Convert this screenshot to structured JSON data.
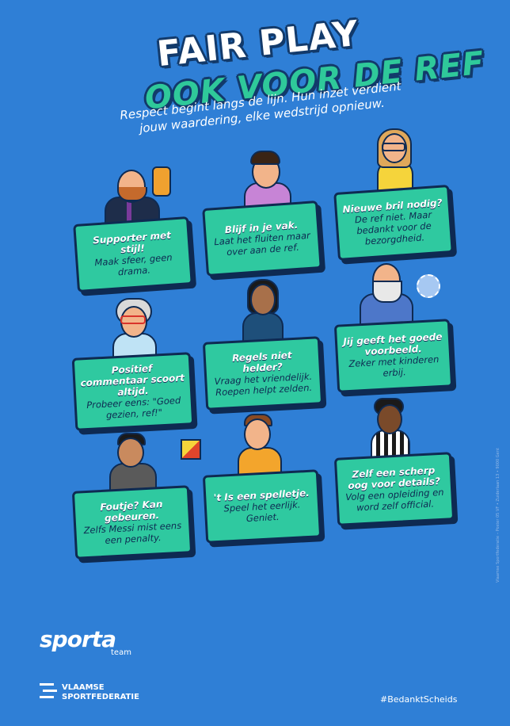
{
  "title": {
    "line1": "FAIR PLAY",
    "line2": "OOK VOOR DE REF"
  },
  "subtitle": "Respect begint langs de lijn. Hun inzet verdient jouw waardering, elke wedstrijd opnieuw.",
  "cards": [
    {
      "heading": "Supporter met stijl!",
      "body": "Maak sfeer, geen drama."
    },
    {
      "heading": "Blijf in je vak.",
      "body": "Laat het fluiten maar over aan de ref."
    },
    {
      "heading": "Nieuwe bril nodig?",
      "body": "De ref niet. Maar bedankt voor de bezorgdheid."
    },
    {
      "heading": "Positief commentaar scoort altijd.",
      "body": "Probeer eens: \"Goed gezien, ref!\""
    },
    {
      "heading": "Regels niet helder?",
      "body": "Vraag het vriendelijk. Roepen helpt zelden."
    },
    {
      "heading": "Jij geeft het goede voorbeeld.",
      "body": "Zeker met kinderen erbij."
    },
    {
      "heading": "Foutje? Kan gebeuren.",
      "body": "Zelfs Messi mist eens een penalty."
    },
    {
      "heading": "'t Is een spelletje.",
      "body": "Speel het eerlijk. Geniet."
    },
    {
      "heading": "Zelf een scherp oog voor details?",
      "body": "Volg een opleiding en word zelf official."
    }
  ],
  "footer": {
    "logo": "sporta",
    "logo_sub": "team",
    "federation_line1": "VLAAMSE",
    "federation_line2": "SPORTFEDERATIE",
    "hashtag": "#BedanktScheids",
    "credit": "Vlaamse Sportfederatie – Poster 05 VF • Zuiderlaan 13 • 9000 Gent"
  },
  "colors": {
    "background": "#2f7fd6",
    "card": "#2fc9a0",
    "outline": "#0e2a52",
    "accent_green": "#2fc99a"
  }
}
